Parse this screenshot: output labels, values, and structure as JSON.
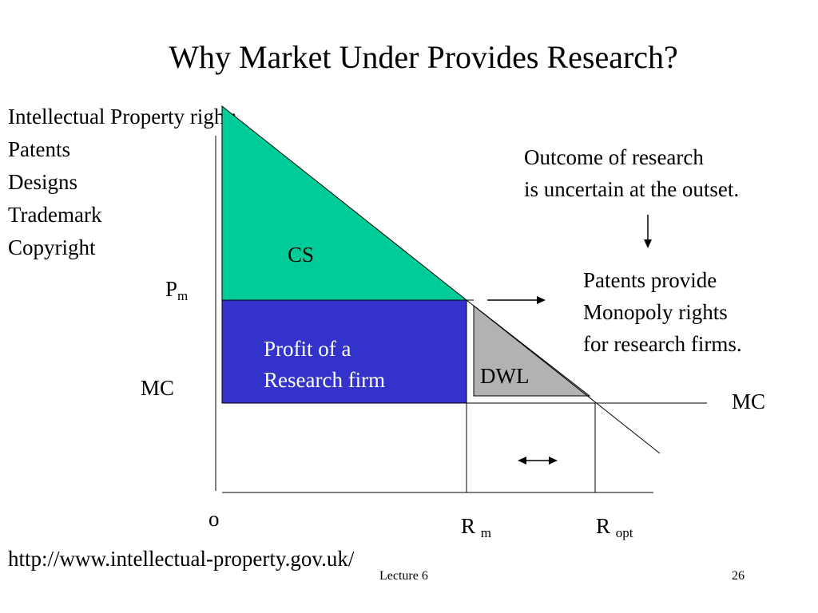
{
  "slide": {
    "title": "Why Market Under Provides Research?",
    "ip_rights": {
      "heading": "Intellectual Property right:",
      "items": [
        "Patents",
        "Designs",
        "Trademark",
        "Copyright"
      ]
    },
    "annotations": {
      "outcome_line1": "Outcome of research",
      "outcome_line2": "is uncertain at the outset.",
      "patents_line1": "Patents provide",
      "patents_line2": "Monopoly rights",
      "patents_line3": "for research firms."
    },
    "diagram": {
      "cs_label": "CS",
      "profit_line1": "Profit of a",
      "profit_line2": "Research firm",
      "dwl_label": "DWL",
      "pm_main": "P",
      "pm_sub": "m",
      "mc_left": "MC",
      "mc_right": "MC",
      "origin": "o",
      "rm_main": "R",
      "rm_sub": "m",
      "ropt_main": "R",
      "ropt_sub": "opt"
    },
    "colors": {
      "cs": "#00CC99",
      "profit": "#3333CC",
      "dwl": "#B2B2B2"
    },
    "url": "http://www.intellectual-property.gov.uk/",
    "footer": {
      "center": "Lecture 6",
      "page": "26"
    }
  }
}
